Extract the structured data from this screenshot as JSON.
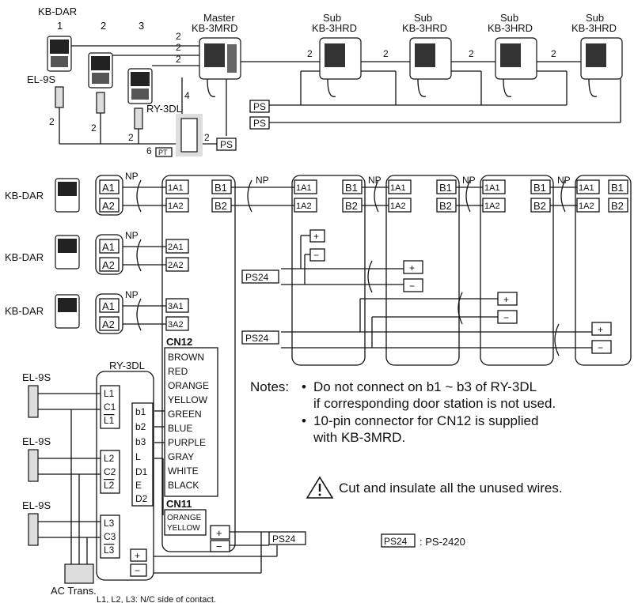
{
  "top": {
    "kb_dar": "KB-DAR",
    "door_numbers": [
      "1",
      "2",
      "3"
    ],
    "el9s": "EL-9S",
    "master_title": "Master",
    "master_model": "KB-3MRD",
    "sub_title": "Sub",
    "sub_model": "KB-3HRD",
    "ry3dl": "RY-3DL",
    "ps": "PS",
    "pt": "PT",
    "wire_counts": [
      "2",
      "4",
      "6"
    ]
  },
  "bottom": {
    "kb_dar": "KB-DAR",
    "door_terms": [
      "A1",
      "A2"
    ],
    "np": "NP",
    "master_terms": [
      "1A1",
      "1A2",
      "2A1",
      "2A2",
      "3A1",
      "3A2"
    ],
    "b_terms": [
      "B1",
      "B2"
    ],
    "sub_terms": [
      "1A1",
      "1A2",
      "B1",
      "B2"
    ],
    "plus": "+",
    "minus": "−",
    "ps24": "PS24",
    "cn12_label": "CN12",
    "cn12_colors": [
      "BROWN",
      "RED",
      "ORANGE",
      "YELLOW",
      "GREEN",
      "BLUE",
      "PURPLE",
      "GRAY",
      "WHITE",
      "BLACK"
    ],
    "cn11_label": "CN11",
    "cn11_colors": [
      "ORANGE",
      "YELLOW"
    ],
    "ry3dl_label": "RY-3DL",
    "ry_terms_left": [
      "L1",
      "C1",
      "L1",
      "L2",
      "C2",
      "L2",
      "L3",
      "C3",
      "L3"
    ],
    "ry_terms_right": [
      "b1",
      "b2",
      "b3",
      "L",
      "D1",
      "E",
      "D2"
    ],
    "el9s": "EL-9S",
    "ac_trans": "AC Trans.",
    "nc_note": "L1, L2, L3: N/C side of contact."
  },
  "notes": {
    "label": "Notes:",
    "bullet": "•",
    "note1_line1": "Do not connect on b1 ~ b3 of RY-3DL",
    "note1_line2": "if corresponding door station is not used.",
    "note2_line1": "10-pin connector for CN12 is supplied",
    "note2_line2": "with KB-3MRD.",
    "warning": "Cut and insulate all the unused wires.",
    "ps24_legend_tag": "PS24",
    "ps24_legend_text": ": PS-2420"
  }
}
